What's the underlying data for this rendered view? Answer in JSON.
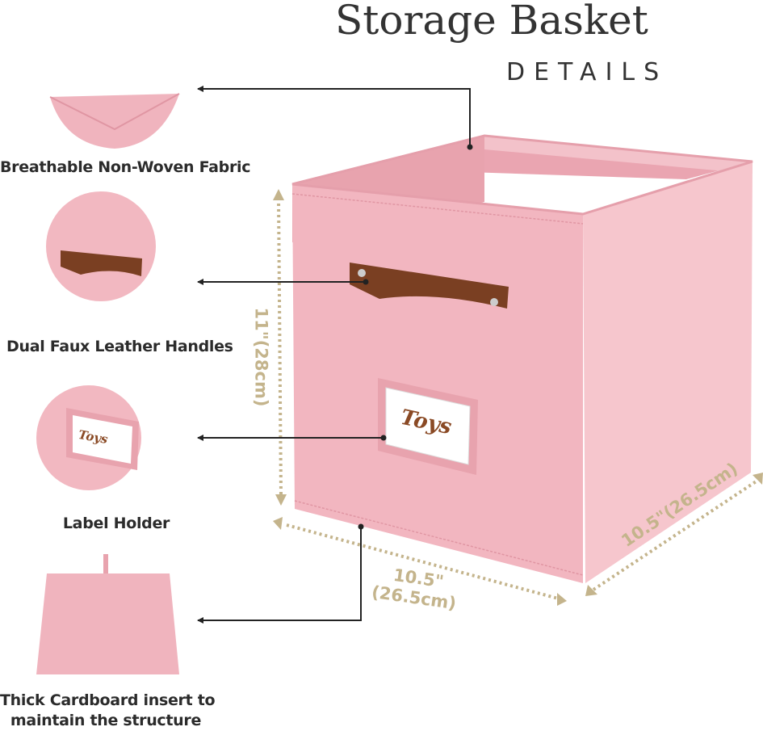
{
  "header": {
    "title": "Storage Basket",
    "subtitle": "DETAILS"
  },
  "features": [
    {
      "label": "Breathable Non-Woven Fabric",
      "icon": "fabric-corner-image"
    },
    {
      "label": "Dual Faux Leather Handles",
      "icon": "leather-handle-image"
    },
    {
      "label": "Label Holder",
      "icon": "label-holder-image",
      "tag_text": "Toys"
    },
    {
      "label_line1": "Thick Cardboard insert to",
      "label_line2": "maintain the structure",
      "icon": "cardboard-insert-image"
    }
  ],
  "dimensions": {
    "height": "11\"(28cm)",
    "width_line1": "10.5\"",
    "width_line2": "(26.5cm)",
    "depth": "10.5\"(26.5cm)"
  },
  "basket": {
    "tag_text": "Toys"
  },
  "colors": {
    "pink": "#f0b4be",
    "pink_dark": "#e59fab",
    "dimension": "#c4b48c",
    "leather": "#7a3f22"
  }
}
